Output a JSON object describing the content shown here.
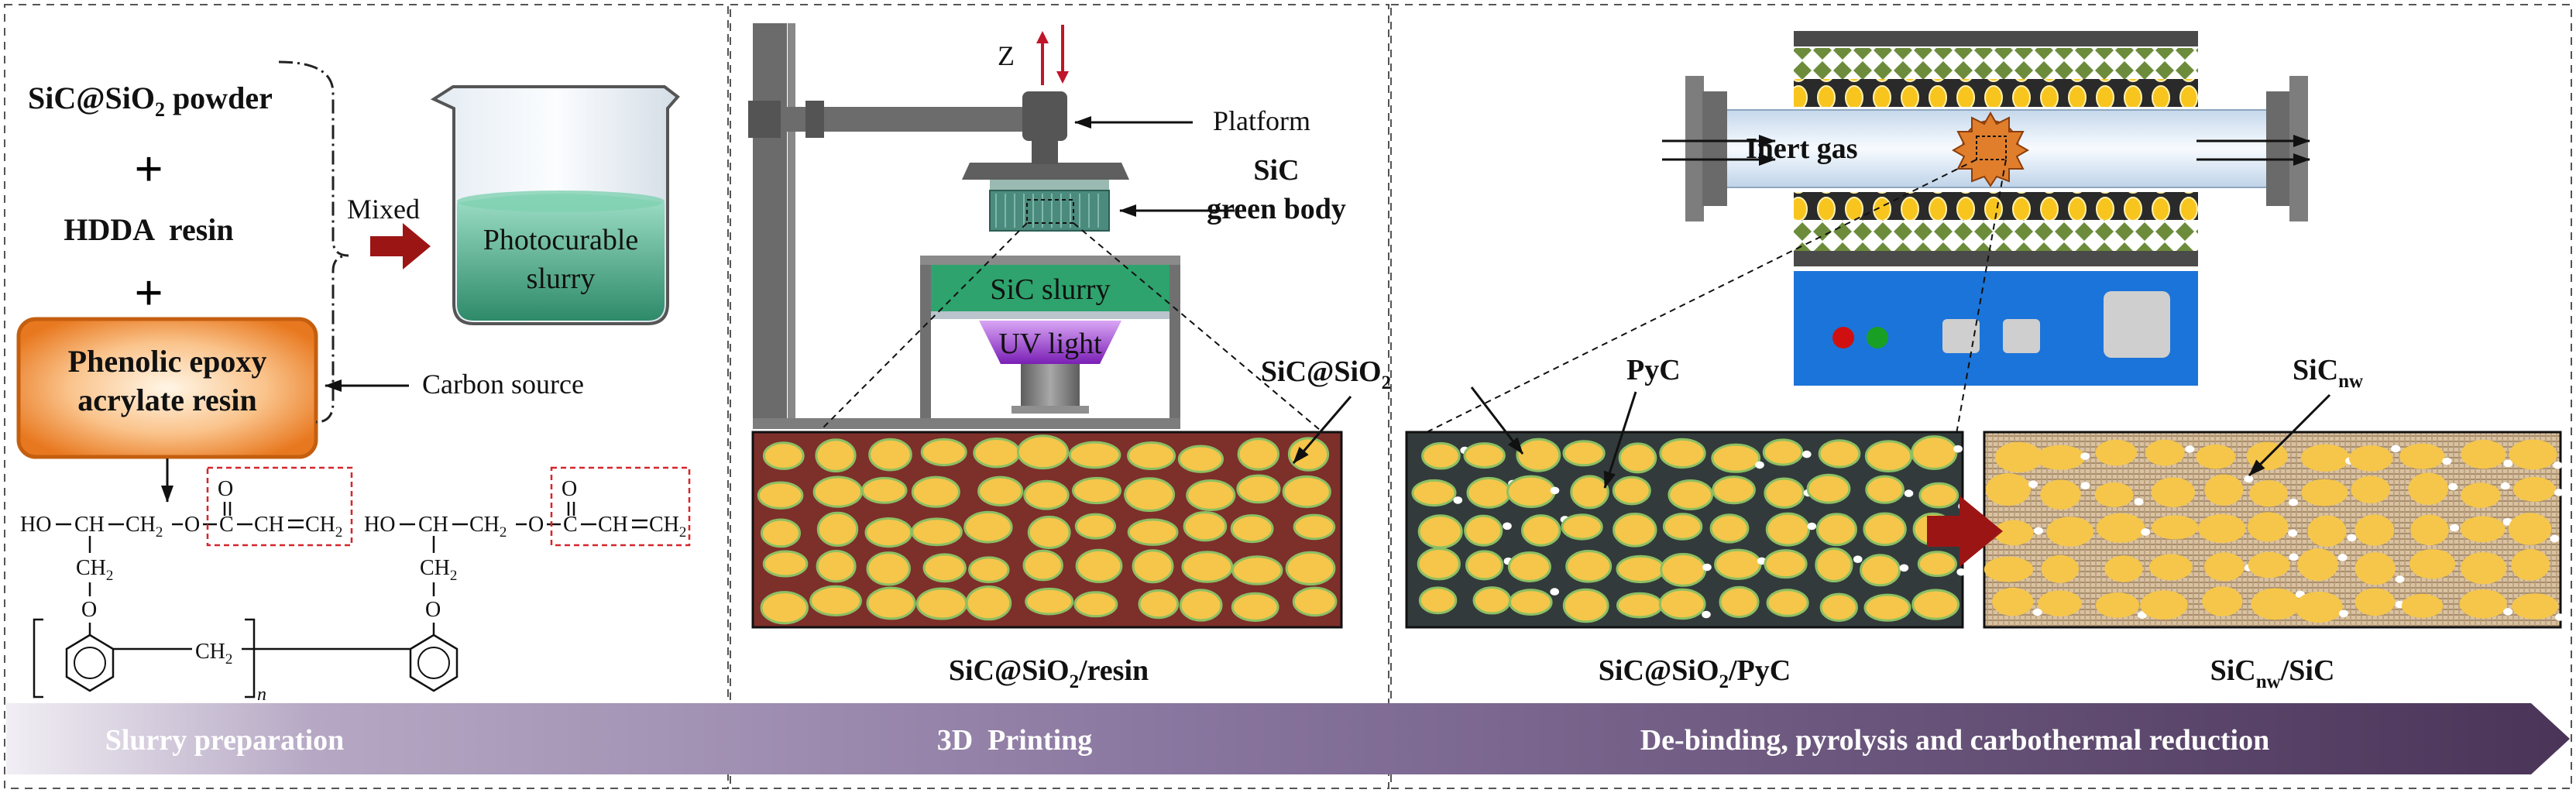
{
  "colors": {
    "powder": "#f5c64a",
    "powder_rim": "#8cc063",
    "resin": "#7d2f2a",
    "pyc": "#333a3b",
    "slurry_green": "#2e9f6c",
    "uv_purple": "#8f2cc8",
    "resin_box": "#ee8530",
    "arrow_red": "#9c1515",
    "furnace_blue": "#1b74d9",
    "banner": "#5d466f"
  },
  "slurry": {
    "item1": "SiC@SiO",
    "item1_sub": "2",
    "item1_suffix": "powder",
    "plus": "+",
    "item2": "HDDA  resin",
    "box_line1": "Phenolic epoxy",
    "box_line2": "acrylate resin",
    "mixed": "Mixed",
    "beaker_line1": "Photocurable",
    "beaker_line2": "slurry",
    "carbon_source": "Carbon source"
  },
  "chem": {
    "ho1": "HO",
    "ch1": "CH",
    "ch2a": "CH",
    "ch2a_sub": "2",
    "o1": "O",
    "c1": "C",
    "ch_eq1": "CH",
    "ch2b": "CH",
    "ch2b_sub": "2",
    "carbonyl_o1": "O",
    "ch2_down1": "CH",
    "ch2_down1_sub": "2",
    "o_down1": "O",
    "ho2": "HO",
    "ch3": "CH",
    "ch2c": "CH",
    "ch2c_sub": "2",
    "o2": "O",
    "c2": "C",
    "ch_eq2": "CH",
    "ch2d": "CH",
    "ch2d_sub": "2",
    "carbonyl_o2": "O",
    "ch2_down2": "CH",
    "ch2_down2_sub": "2",
    "o_down2": "O",
    "bridge": "CH",
    "bridge_sub": "2",
    "n": "n"
  },
  "printing": {
    "z": "Z",
    "platform": "Platform",
    "green_line1": "SiC",
    "green_line2": "green body",
    "slurry": "SiC slurry",
    "uv": "UV light",
    "callout_sicsio2": "SiC@SiO",
    "callout_sicsio2_sub": "2",
    "caption": "SiC@SiO",
    "caption_sub": "2",
    "caption_suffix": "/resin"
  },
  "furnace": {
    "gas": "Inert gas",
    "pyc": "PyC",
    "sicnw": "SiC",
    "sicnw_sub": "nw",
    "caption_pyc": "SiC@SiO",
    "caption_pyc_sub": "2",
    "caption_pyc_suffix": "/PyC",
    "caption_nw": "SiC",
    "caption_nw_sub": "nw",
    "caption_nw_suffix": "/SiC"
  },
  "banner": {
    "stage1": "Slurry preparation",
    "stage2": "3D  Printing",
    "stage3": "De-binding, pyrolysis and carbothermal reduction"
  }
}
